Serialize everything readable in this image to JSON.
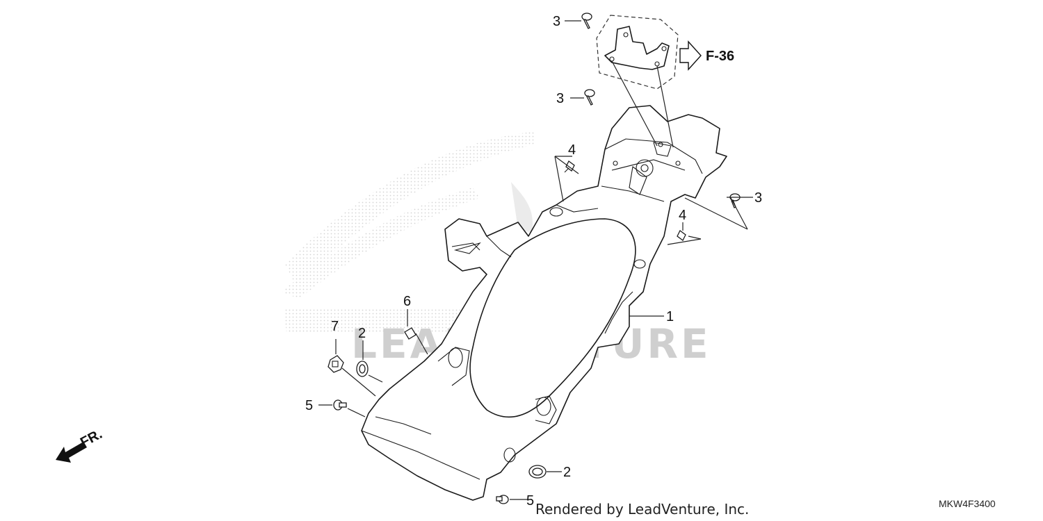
{
  "callouts": {
    "c1": "1",
    "c2a": "2",
    "c2b": "2",
    "c3a": "3",
    "c3b": "3",
    "c3c": "3",
    "c4a": "4",
    "c4b": "4",
    "c5a": "5",
    "c5b": "5",
    "c6": "6",
    "c7": "7"
  },
  "reference": "F-36",
  "front_label": "FR.",
  "watermark": "LEADVENTURE",
  "footer": "Rendered by LeadVenture, Inc.",
  "diagram_code": "MKW4F3400"
}
